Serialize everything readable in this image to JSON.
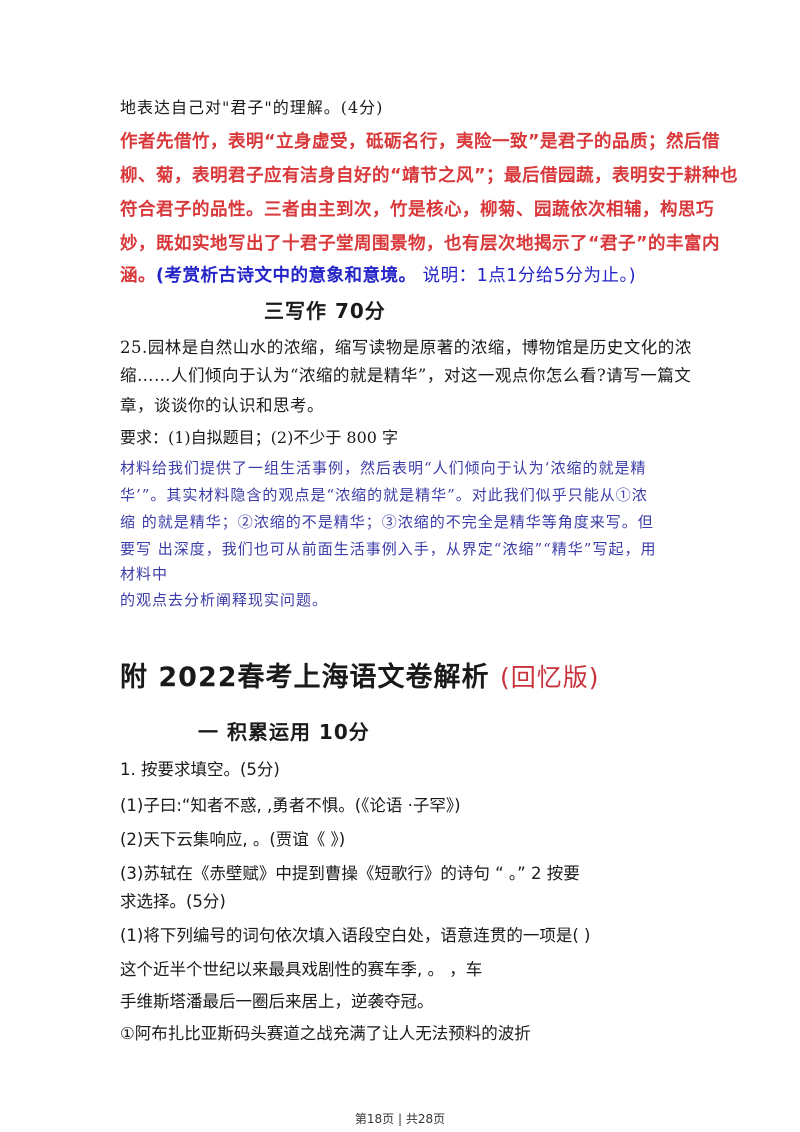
{
  "top_line": "地表达自己对\"君子\"的理解。(4分)",
  "answer_lines": [
    "作者先借竹，表明“立身虚受，砥砺名行，夷险一致”是君子的品质；然后借",
    "柳、菊，表明君子应有洁身自好的“靖节之风”；最后借园蔬，表明安于耕种也",
    "符合君子的品性。三者由主到次，竹是核心，柳菊、园蔬依次相辅，构思巧",
    "妙，既如实地写出了十君子堂周围景物，也有层次地揭示了“君子”的丰富内"
  ],
  "answer_last": {
    "red": "涵。",
    "blue_bold": "(考赏析古诗文中的意象和意境。",
    "blue_normal": " 说明：1点1分给5分为止。)"
  },
  "section3_title": "三写作  70分",
  "q25_lines": [
    "25.园林是自然山水的浓缩，缩写读物是原著的浓缩，博物馆是历史文化的浓",
    "缩……人们倾向于认为“浓缩的就是精华”，对这一观点你怎么看?请写一篇文",
    "章，谈谈你的认识和思考。"
  ],
  "requirement": "要求：(1)自拟题目；(2)不少于 800 字",
  "hint_lines": [
    "材料给我们提供了一组生活事例，然后表明“人们倾向于认为‘浓缩的就是精",
    "华’”。其实材料隐含的观点是“浓缩的就是精华”。对此我们似乎只能从①浓",
    "缩  的就是精华；②浓缩的不是精华；③浓缩的不完全是精华等角度来写。但",
    "要写    出深度，我们也可从前面生活事例入手，从界定“浓缩”“精华”写起，用",
    "材料中",
    "的观点去分析阐释现实问题。"
  ],
  "appendix_title": "附   2022春考上海语文卷解析",
  "appendix_recall": "(回忆版)",
  "section1_title": "一  积累运用  10分",
  "body_lines": [
    "1. 按要求填空。(5分)",
    " (1)子曰:“知者不惑,                  ,勇者不惧。(《论语 ·子罕》)",
    " (2)天下云集响应,                   。(贾谊《            》)",
    " (3)苏轼在《赤壁赋》中提到曹操《短歌行》的诗句 “                 。” 2 按要",
    "求选择。(5分)",
    " (1)将下列编号的词句依次填入语段空白处，语意连贯的一项是(     )",
    "    这个近半个世纪以来最具戏剧性的赛车季,            。                 ，车",
    "手维斯塔潘最后一圈后来居上，逆袭夺冠。",
    "①阿布扎比亚斯码头赛道之战充满了让人无法预料的波折"
  ],
  "footer": "第18页 | 共28页"
}
